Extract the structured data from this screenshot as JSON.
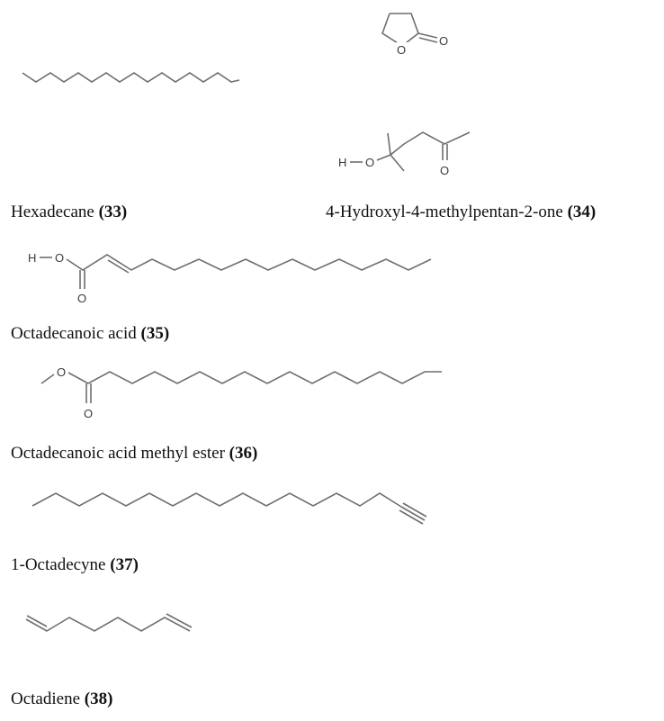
{
  "compounds": [
    {
      "name": "Hexadecane",
      "number": "(33)"
    },
    {
      "name": "4-Hydroxyl-4-methylpentan-2-one",
      "number": "(34)"
    },
    {
      "name": "Octadecanoic acid",
      "number": "(35)"
    },
    {
      "name": "Octadecanoic acid methyl ester",
      "number": "(36)"
    },
    {
      "name": "1-Octadecyne",
      "number": "(37)"
    },
    {
      "name": "Octadiene",
      "number": "(38)"
    }
  ],
  "atoms": {
    "O": "O",
    "H": "H"
  },
  "colors": {
    "bond": "#6e6e6e",
    "text": "#111111"
  }
}
